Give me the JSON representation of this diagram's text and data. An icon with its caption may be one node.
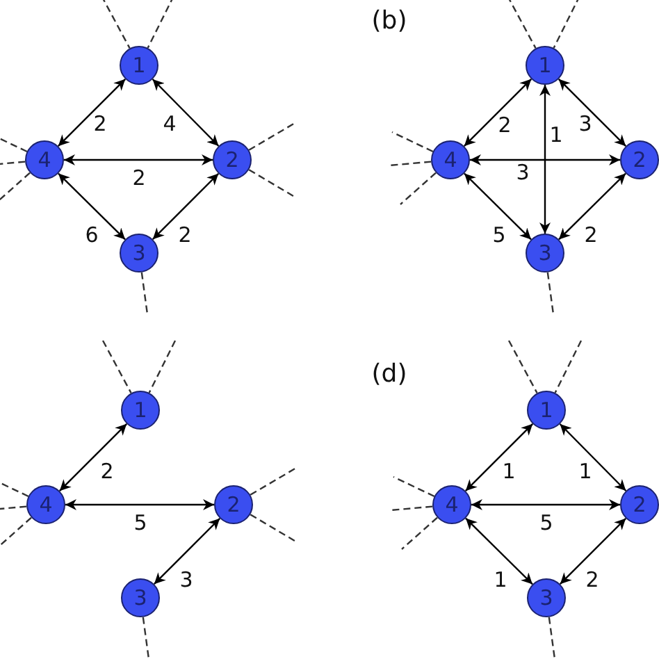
{
  "diagram": {
    "nodes": [
      {
        "text": [
          "1"
        ]
      },
      {
        "text": [
          "2"
        ]
      },
      {
        "text": [
          "3"
        ]
      },
      {
        "text": [
          "4"
        ]
      },
      {
        "text": [
          "1"
        ]
      },
      {
        "text": [
          "2"
        ]
      },
      {
        "text": [
          "3"
        ]
      },
      {
        "text": [
          "4"
        ]
      },
      {
        "text": [
          "1"
        ]
      },
      {
        "text": [
          "2"
        ]
      },
      {
        "text": [
          "3"
        ]
      },
      {
        "text": [
          "4"
        ]
      },
      {
        "text": [
          "1"
        ]
      },
      {
        "text": [
          "2"
        ]
      },
      {
        "text": [
          "3"
        ]
      },
      {
        "text": [
          "4"
        ]
      }
    ],
    "edges": [
      {
        "from": 0,
        "to": 3,
        "arrow": "both",
        "label": "2"
      },
      {
        "from": 0,
        "to": 1,
        "arrow": "both",
        "label": "4"
      },
      {
        "from": 3,
        "to": 1,
        "arrow": "both",
        "label": "2"
      },
      {
        "from": 3,
        "to": 2,
        "arrow": "both",
        "label": "6"
      },
      {
        "from": 2,
        "to": 1,
        "arrow": "both",
        "label": "2"
      },
      {
        "from": null,
        "to": 0,
        "arrow": "none",
        "style": "dashed"
      },
      {
        "from": null,
        "to": 0,
        "arrow": "none",
        "style": "dashed"
      },
      {
        "from": 3,
        "to": null,
        "arrow": "none",
        "style": "dashed"
      },
      {
        "from": 3,
        "to": null,
        "arrow": "none",
        "style": "dashed"
      },
      {
        "from": 3,
        "to": null,
        "arrow": "none",
        "style": "dashed"
      },
      {
        "from": 1,
        "to": null,
        "arrow": "none",
        "style": "dashed"
      },
      {
        "from": 1,
        "to": null,
        "arrow": "none",
        "style": "dashed"
      },
      {
        "from": 2,
        "to": null,
        "arrow": "none",
        "style": "dashed"
      },
      {
        "from": 4,
        "to": 7,
        "arrow": "both",
        "label": "2"
      },
      {
        "from": 4,
        "to": 5,
        "arrow": "both",
        "label": "3"
      },
      {
        "from": 4,
        "to": 6,
        "arrow": "both",
        "label": "1"
      },
      {
        "from": 7,
        "to": 5,
        "arrow": "both",
        "label": "3"
      },
      {
        "from": 7,
        "to": 6,
        "arrow": "both",
        "label": "5"
      },
      {
        "from": 6,
        "to": 5,
        "arrow": "both",
        "label": "2"
      },
      {
        "from": null,
        "to": 4,
        "arrow": "none",
        "style": "dashed"
      },
      {
        "from": null,
        "to": 4,
        "arrow": "none",
        "style": "dashed"
      },
      {
        "from": 7,
        "to": null,
        "arrow": "none",
        "style": "dashed"
      },
      {
        "from": 7,
        "to": null,
        "arrow": "none",
        "style": "dashed"
      },
      {
        "from": 7,
        "to": null,
        "arrow": "none",
        "style": "dashed"
      },
      {
        "from": 6,
        "to": null,
        "arrow": "none",
        "style": "dashed"
      },
      {
        "from": 8,
        "to": 11,
        "arrow": "both",
        "label": "2"
      },
      {
        "from": 11,
        "to": 9,
        "arrow": "both",
        "label": "5"
      },
      {
        "from": 10,
        "to": 9,
        "arrow": "both",
        "label": "3"
      },
      {
        "from": null,
        "to": 8,
        "arrow": "none",
        "style": "dashed"
      },
      {
        "from": null,
        "to": 8,
        "arrow": "none",
        "style": "dashed"
      },
      {
        "from": 11,
        "to": null,
        "arrow": "none",
        "style": "dashed"
      },
      {
        "from": 11,
        "to": null,
        "arrow": "none",
        "style": "dashed"
      },
      {
        "from": 11,
        "to": null,
        "arrow": "none",
        "style": "dashed"
      },
      {
        "from": 9,
        "to": null,
        "arrow": "none",
        "style": "dashed"
      },
      {
        "from": 9,
        "to": null,
        "arrow": "none",
        "style": "dashed"
      },
      {
        "from": 10,
        "to": null,
        "arrow": "none",
        "style": "dashed"
      },
      {
        "from": 12,
        "to": 15,
        "arrow": "both",
        "label": "1"
      },
      {
        "from": 12,
        "to": 13,
        "arrow": "both",
        "label": "1"
      },
      {
        "from": 15,
        "to": 13,
        "arrow": "both",
        "label": "5"
      },
      {
        "from": 15,
        "to": 14,
        "arrow": "both",
        "label": "1"
      },
      {
        "from": 14,
        "to": 13,
        "arrow": "both",
        "label": "2"
      },
      {
        "from": null,
        "to": 12,
        "arrow": "none",
        "style": "dashed"
      },
      {
        "from": null,
        "to": 12,
        "arrow": "none",
        "style": "dashed"
      },
      {
        "from": 15,
        "to": null,
        "arrow": "none",
        "style": "dashed"
      },
      {
        "from": 15,
        "to": null,
        "arrow": "none",
        "style": "dashed"
      },
      {
        "from": 15,
        "to": null,
        "arrow": "none",
        "style": "dashed"
      },
      {
        "from": 14,
        "to": null,
        "arrow": "none",
        "style": "dashed"
      }
    ],
    "labels": [
      "(b)",
      "(d)"
    ]
  }
}
